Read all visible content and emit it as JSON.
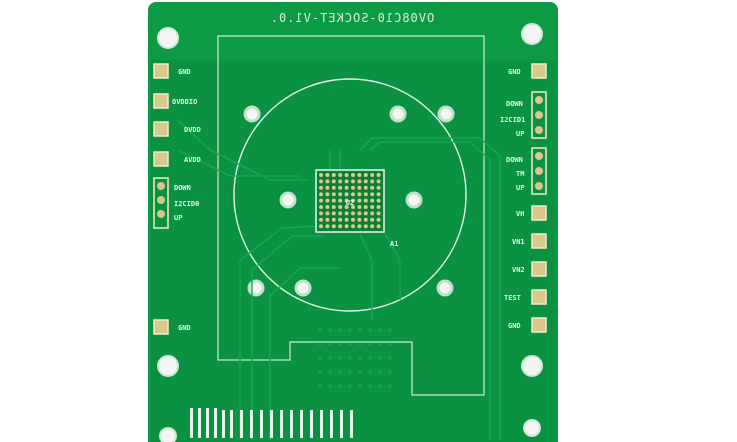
{
  "board": {
    "title": "OV08C10-SOCKET-V1.0.",
    "chip_label": "U2",
    "pin_marker": "A1",
    "colors": {
      "pcb": "#0c9a45",
      "pcb_dark": "#0a7d39",
      "silk": "#e8f7ee",
      "pad": "#d7c98a",
      "hole": "#f4f4f4"
    }
  },
  "left_labels": [
    "GND",
    "OVDDIO",
    "DVDD",
    "AVDD"
  ],
  "left_switch": [
    "DOWN",
    "I2CID0",
    "UP"
  ],
  "left_bottom_label": "GND",
  "right_labels": [
    "GND",
    "VH",
    "VN1",
    "VN2",
    "TEST",
    "GND"
  ],
  "right_switch_1": [
    "DOWN",
    "I2CID1",
    "UP"
  ],
  "right_switch_2": [
    "DOWN",
    "TM",
    "UP"
  ]
}
